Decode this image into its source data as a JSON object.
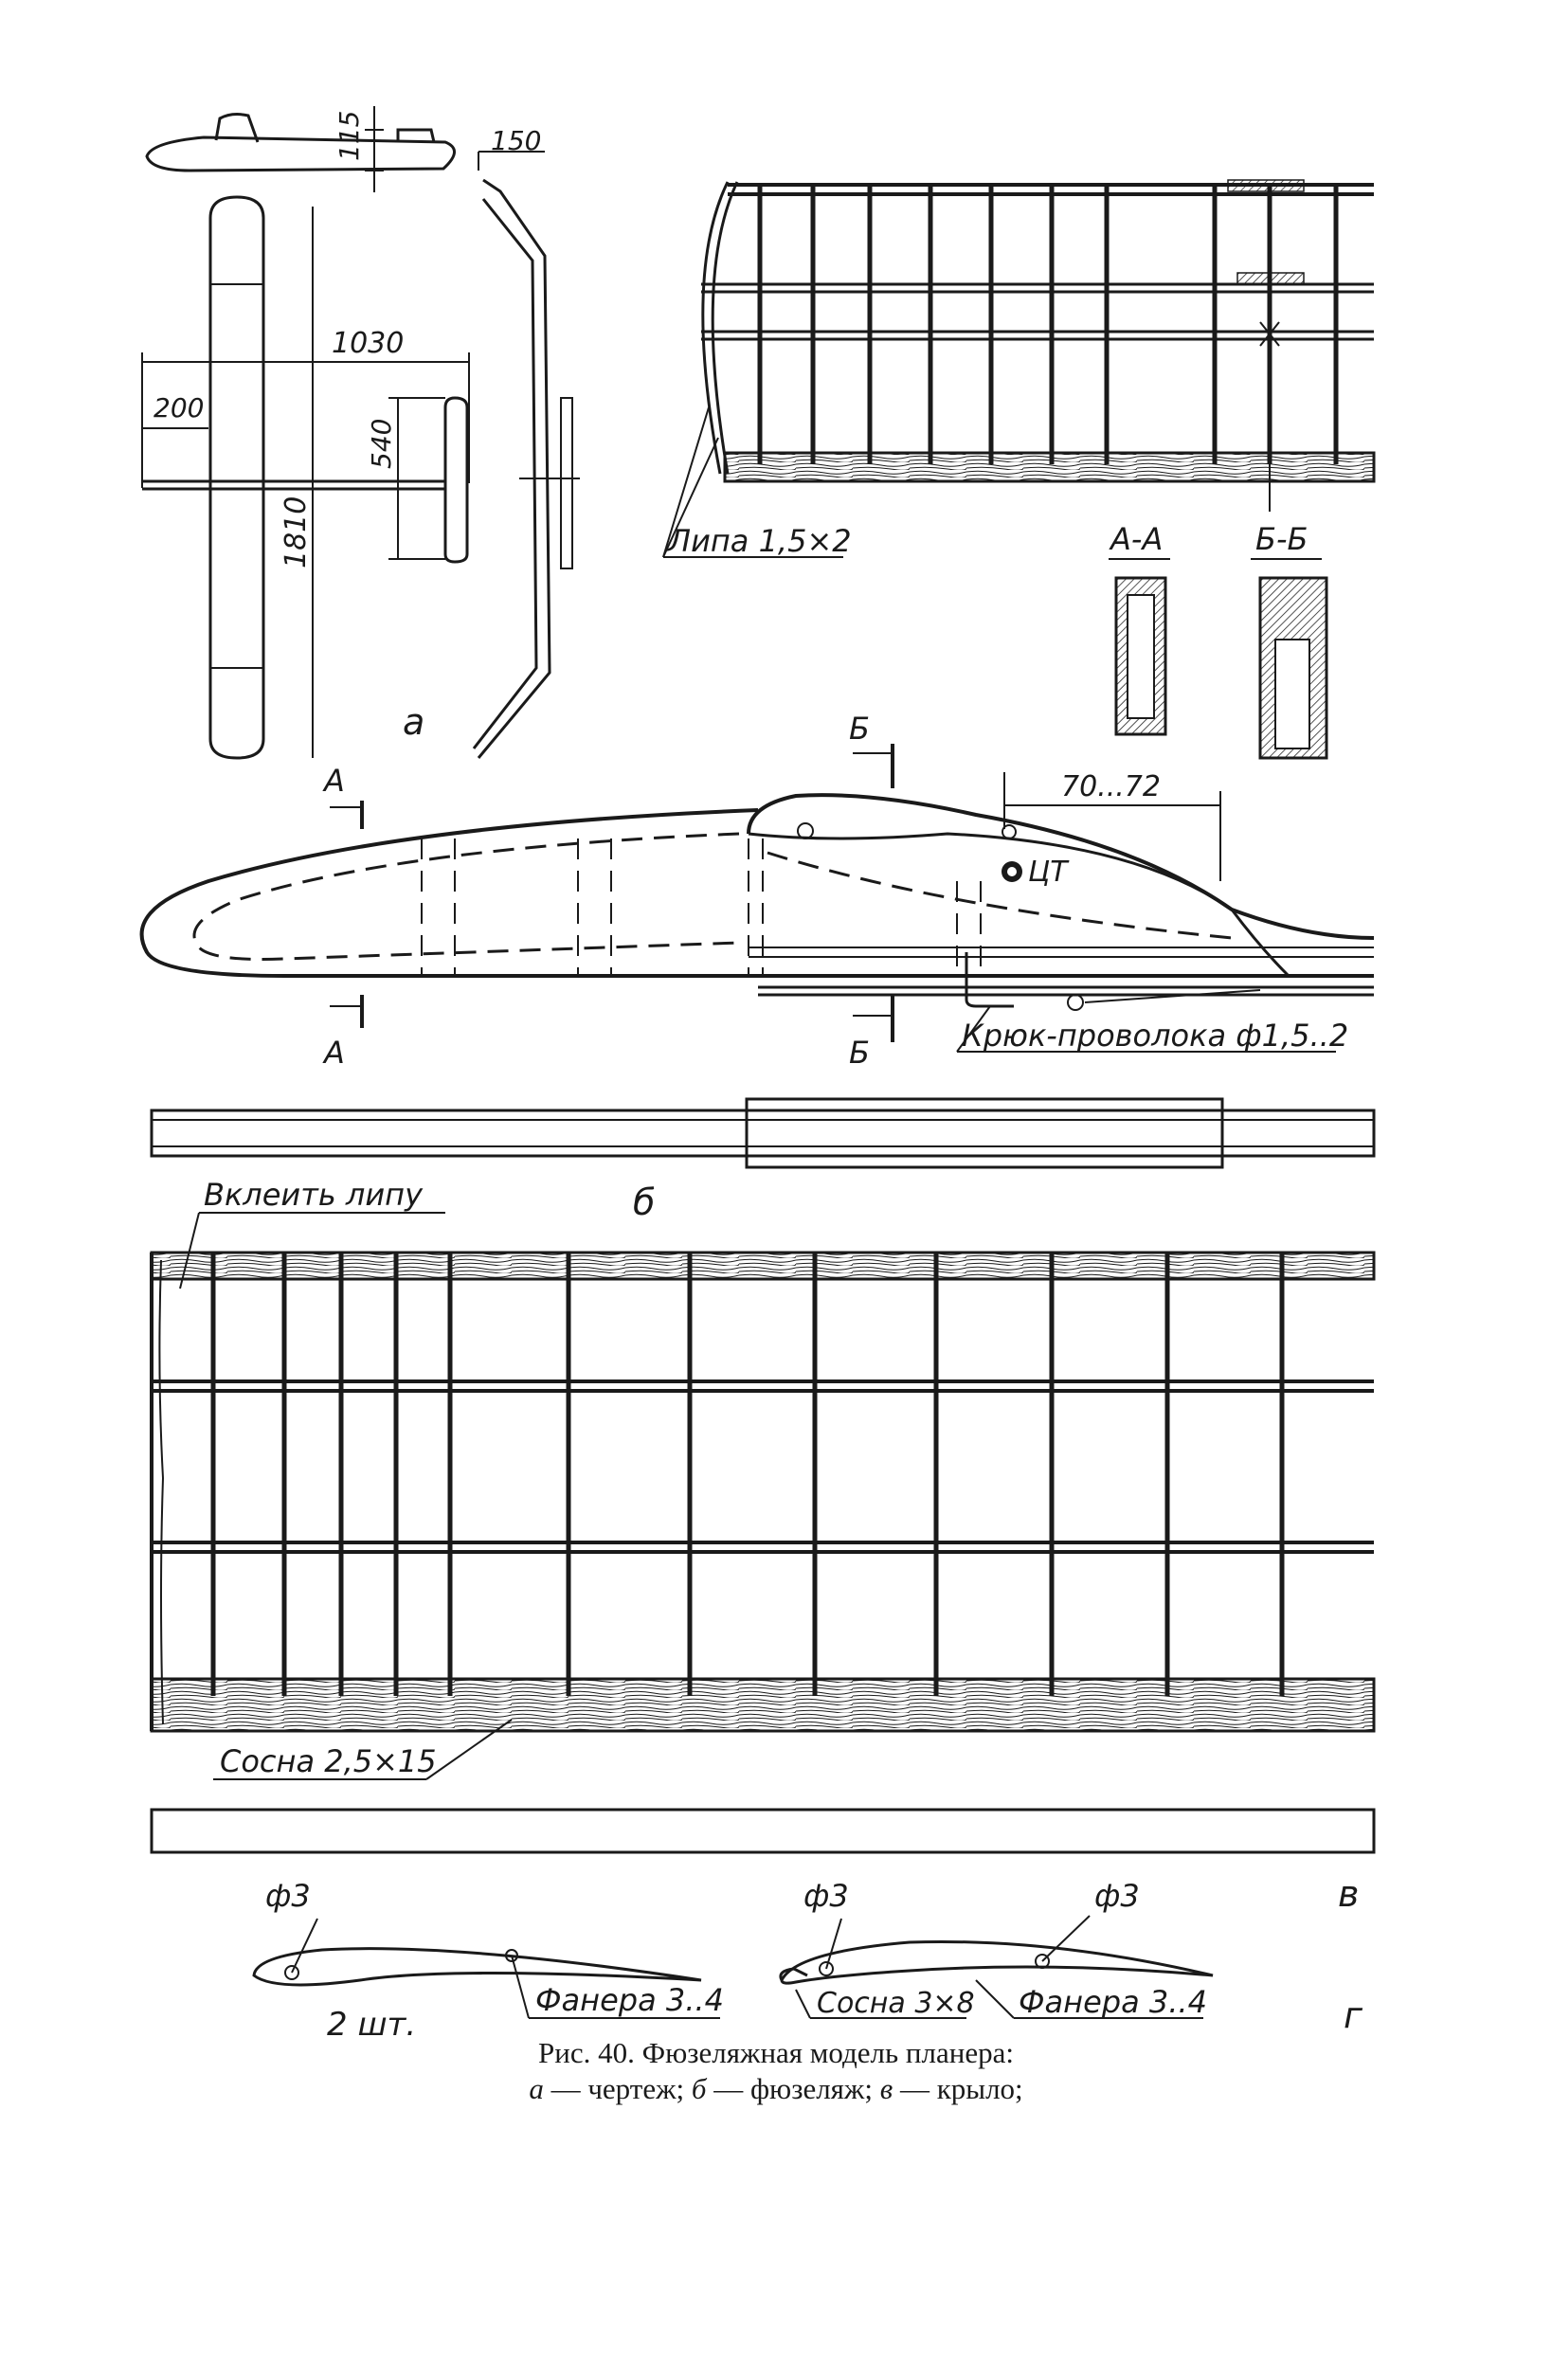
{
  "panels": {
    "a": "а",
    "b": "б",
    "v": "в",
    "g": "г"
  },
  "dimensions": {
    "height_115": "115",
    "offset_150": "150",
    "span_1030": "1030",
    "chord_200": "200",
    "chord_540": "540",
    "length_1810": "1810",
    "cg_distance": "70...72"
  },
  "labels": {
    "lipa": "Липа 1,5×2",
    "section_aa": "А-А",
    "section_bb": "Б-Б",
    "letter_a": "А",
    "letter_b": "Б",
    "cg": "ЦТ",
    "hook": "Крюк-проволока ф1,5..2",
    "glue_lipa": "Вклеить липу",
    "pine_spar": "Сосна 2,5×15",
    "hole_left": "ф3",
    "hole_mid": "ф3",
    "hole_right": "ф3",
    "count": "2 шт.",
    "plywood_left": "Фанера 3..4",
    "plywood_right": "Фанера 3..4",
    "pine_small": "Сосна 3×8"
  },
  "caption": {
    "line1": "Рис. 40. Фюзеляжная модель планера:",
    "line2_a": "а",
    "line2_a_text": " — чертеж; ",
    "line2_b": "б",
    "line2_b_text": " — фюзеляж; ",
    "line2_v": "в",
    "line2_v_text": " — крыло;"
  }
}
